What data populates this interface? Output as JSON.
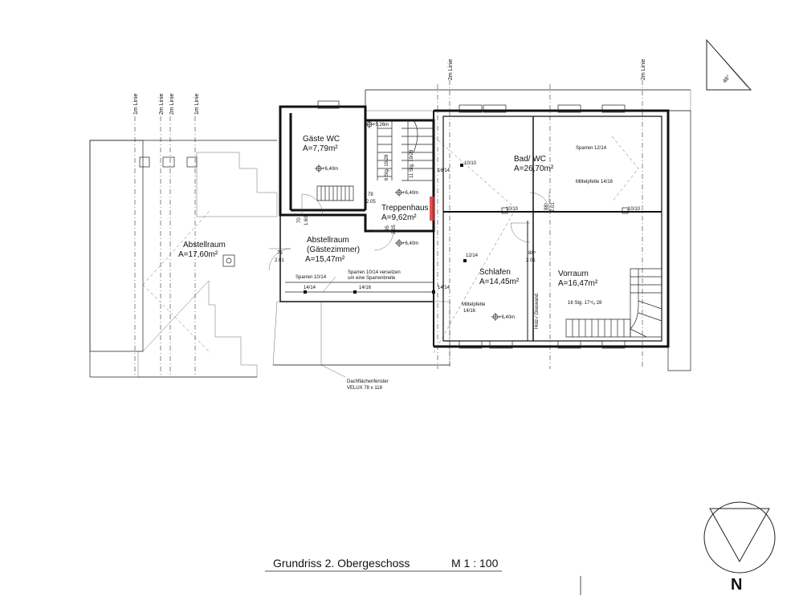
{
  "rooms": {
    "gaeste_wc": {
      "name": "Gäste WC",
      "area": "A=7,79m²"
    },
    "treppenhaus": {
      "name": "Treppenhaus",
      "area": "A=9,62m²"
    },
    "abstellraum_gross": {
      "name": "Abstellraum",
      "area": "A=17,60m²"
    },
    "abstellraum_gaeste": {
      "name": "Abstellraum",
      "sub": "(Gästezimmer)",
      "area": "A=15,47m²"
    },
    "bad_wc": {
      "name": "Bad/ WC",
      "area": "A=26,70m²"
    },
    "schlafen": {
      "name": "Schlafen",
      "area": "A=14,45m²"
    },
    "vorraum": {
      "name": "Vorraum",
      "area": "A=16,47m²"
    }
  },
  "lines": {
    "l1m_left": "1m Linie",
    "l2m_a": "2m Linie",
    "l2m_b": "2m Linie",
    "l1m_right": "1m Linie",
    "l2m_center": "2m Linie",
    "l2m_right": "2m Linie"
  },
  "levels": {
    "top_stair": "+5,26m",
    "wc": "+6,40m",
    "treppenhaus": "+6,40m",
    "abstell": "+6,40m",
    "schlafen": "+6,40m"
  },
  "labels": {
    "stair_6": "6 Stg. 19/28",
    "stair_11": "11 Stg. 19/28",
    "stair_16": "16 Stg. 17⁵/₈ 28",
    "d_78": "78",
    "d_205": "2.05",
    "d_95": "95",
    "d_205b": "2.05",
    "d_70": "70",
    "d_160": "1.60",
    "d_76": "76",
    "d_201": "2.01",
    "d_885a": "88⁵",
    "d_201b": "2.01",
    "d_885b": "88⁵",
    "d_201c": "2.01",
    "sparren_1014": "Sparren 10/14",
    "sparren_versetzt_1": "Sparren 10/14 versetzen",
    "sparren_versetzt_2": "um eine Sparrenbreite",
    "d_1414a": "14/14",
    "d_1416": "14/16",
    "d_1414b": "14/14",
    "mittelpfette_1": "Mittelpfette",
    "mittelpfette_2": "14/16",
    "d_1614": "16/14",
    "d_1010a": "10/10",
    "d_1010b": "10/10",
    "d_1010c": "10/10",
    "d_1214": "12/14",
    "sparren_1214": "Sparren 12/14",
    "mittelpfette_1416": "Mittelpfette 14/16",
    "glaswand": "Holz-/ Glaswand",
    "velux_1": "Dachflächenfenster",
    "velux_2": "VELUX  78 x 118",
    "angle": "48°"
  },
  "title": {
    "main": "Grundriss 2. Obergeschoss",
    "scale": "M 1 : 100"
  },
  "north": "N"
}
